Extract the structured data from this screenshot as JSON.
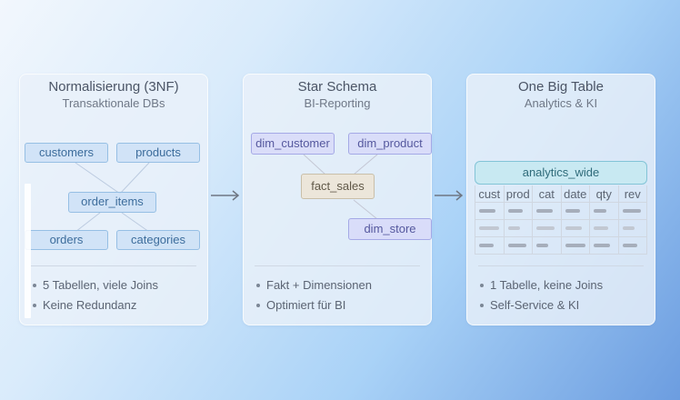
{
  "panels": [
    {
      "title": "Normalisierung (3NF)",
      "subtitle": "Transaktionale DBs",
      "nodes": {
        "customers": "customers",
        "products": "products",
        "order_items": "order_items",
        "orders": "orders",
        "categories": "categories"
      },
      "bullets": [
        "5 Tabellen, viele Joins",
        "Keine Redundanz"
      ]
    },
    {
      "title": "Star Schema",
      "subtitle": "BI-Reporting",
      "nodes": {
        "dim_customer": "dim_customer",
        "dim_product": "dim_product",
        "fact_sales": "fact_sales",
        "dim_store": "dim_store"
      },
      "bullets": [
        "Fakt + Dimensionen",
        "Optimiert für BI"
      ]
    },
    {
      "title": "One Big Table",
      "subtitle": "Analytics & KI",
      "table_name": "analytics_wide",
      "columns": [
        "cust",
        "prod",
        "cat",
        "date",
        "qty",
        "rev"
      ],
      "row_count": 3,
      "bullets": [
        "1 Tabelle, keine Joins",
        "Self-Service & KI"
      ]
    }
  ],
  "colors": {
    "normalized_node": "#96bfe4",
    "dimension_node": "#a5a9e6",
    "fact_node": "#c9bfa9",
    "wide_table": "#83c4d7",
    "arrow": "#6f7783"
  }
}
